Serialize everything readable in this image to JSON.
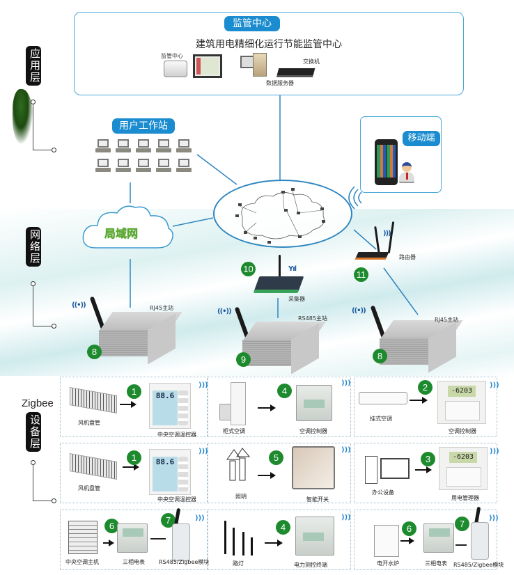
{
  "layers": {
    "application": "应用层",
    "network": "网络层",
    "device": "设备层",
    "device_protocol": "Zigbee"
  },
  "monitoring_center": {
    "badge": "监管中心",
    "title": "建筑用电精细化运行节能监管中心",
    "monitor_label": "监管中心",
    "server_label": "数据服务器",
    "switch_label": "交换机"
  },
  "workstations": {
    "badge": "用户工作站",
    "count": 10
  },
  "lan": {
    "label": "局域网"
  },
  "mobile": {
    "badge": "移动端"
  },
  "gateways": [
    {
      "number": "8",
      "label": "RJ45主站"
    },
    {
      "number": "9",
      "label": "RS485主站"
    },
    {
      "number": "8",
      "label": "RJ45主站"
    }
  ],
  "collector": {
    "number": "10",
    "label": "采集器"
  },
  "router": {
    "number": "11",
    "label": "路由器"
  },
  "device_rows": [
    [
      {
        "source": "风机盘管",
        "number": "1",
        "target": "中央空调温控器",
        "lcd": "88.6"
      },
      {
        "source": "柜式空调",
        "number": "4",
        "target": "空调控制器"
      },
      {
        "source": "挂式空调",
        "number": "2",
        "target": "空调控制器",
        "lcd": "-6203"
      }
    ],
    [
      {
        "source": "风机盘管",
        "number": "1",
        "target": "中央空调温控器",
        "lcd": "88.6"
      },
      {
        "source": "照明",
        "number": "5",
        "target": "智能开关"
      },
      {
        "source": "办公设备",
        "number": "3",
        "target": "用电管理器",
        "lcd": "-6203"
      }
    ],
    [
      {
        "source": "中央空调主机",
        "number": "6",
        "middle": "三相电表",
        "number2": "7",
        "target": "RS485/Zigbee模块"
      },
      {
        "source": "路灯",
        "number": "4",
        "target": "电力测控终端"
      },
      {
        "source": "电开水炉",
        "number": "6",
        "middle": "三相电表",
        "number2": "7",
        "target": "RS485/Zigbee模块"
      }
    ]
  ],
  "colors": {
    "accent_blue": "#1a8ccf",
    "line_blue": "#2e86c1",
    "badge_green": "#1e8a2e",
    "layer_tag": "#111111"
  }
}
